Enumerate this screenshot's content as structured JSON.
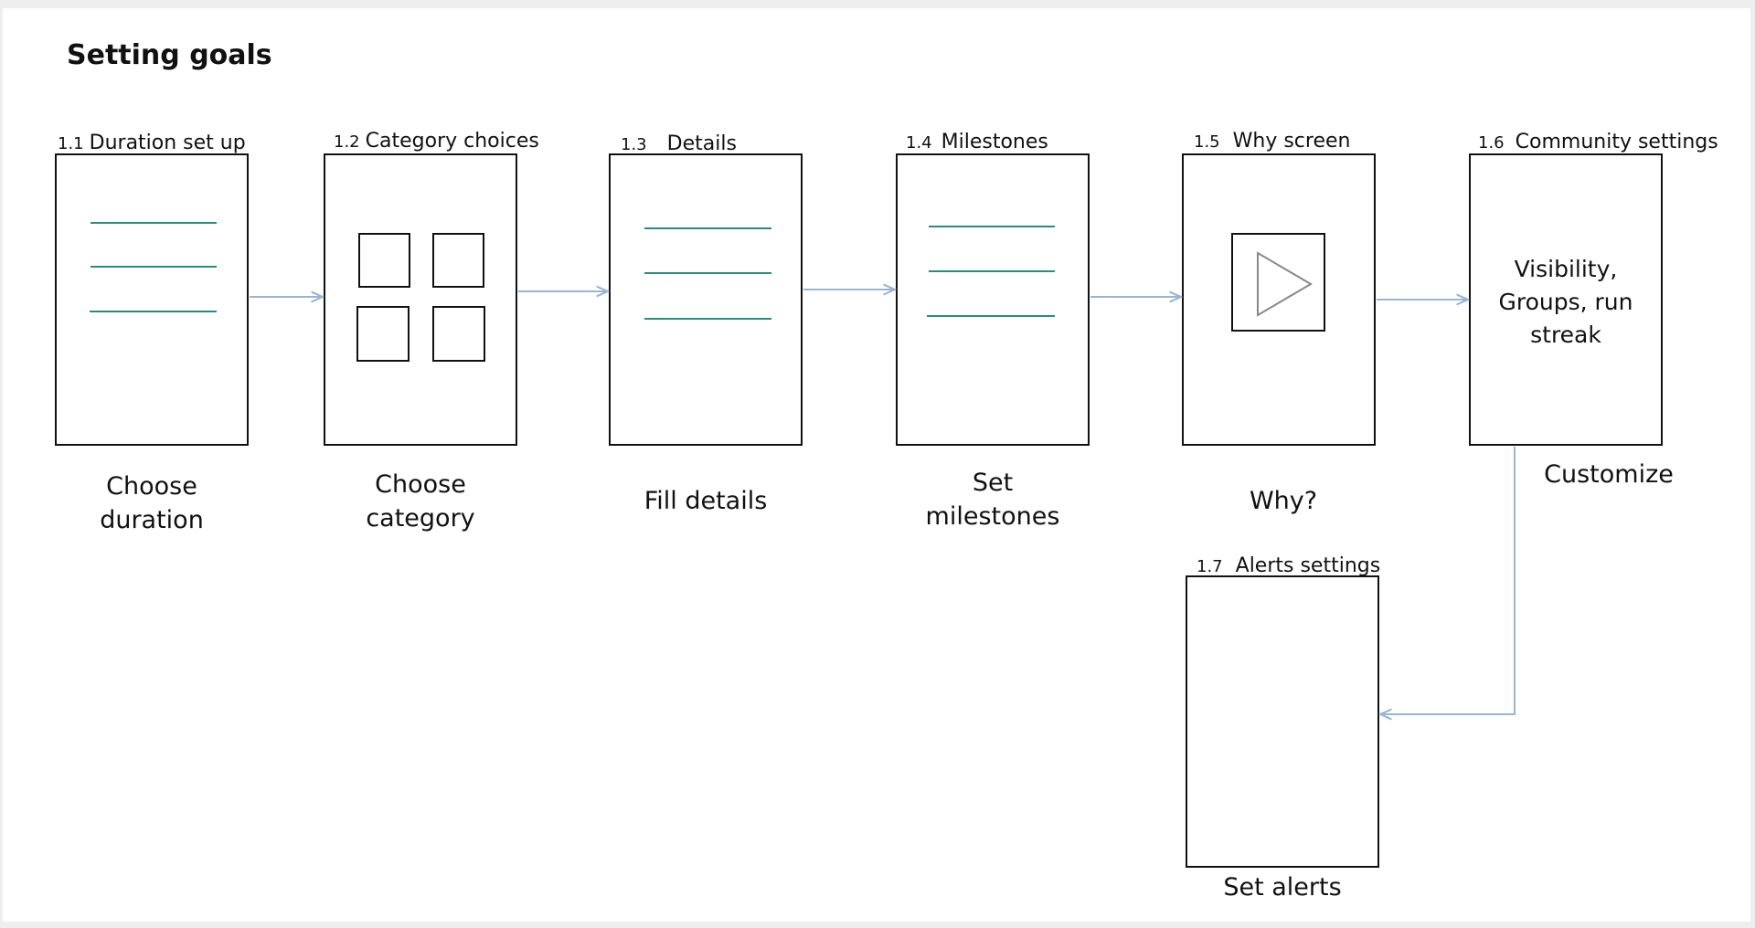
{
  "title": "Setting goals",
  "screens": [
    {
      "number": "1.1",
      "title": "Duration set up",
      "caption": "Choose duration",
      "content": "lines"
    },
    {
      "number": "1.2",
      "title": "Category choices",
      "caption": "Choose category",
      "content": "grid"
    },
    {
      "number": "1.3",
      "title": "Details",
      "caption": "Fill details",
      "content": "lines"
    },
    {
      "number": "1.4",
      "title": "Milestones",
      "caption": "Set milestones",
      "content": "lines"
    },
    {
      "number": "1.5",
      "title": "Why screen",
      "caption": "Why?",
      "content": "play-icon"
    },
    {
      "number": "1.6",
      "title": "Community settings",
      "caption": "Customize",
      "content": "text",
      "text": "Visibility, Groups, run streak"
    },
    {
      "number": "1.7",
      "title": "Alerts settings",
      "caption": "Set alerts",
      "content": "empty"
    }
  ],
  "colors": {
    "line": "#2e8a7a",
    "arrow": "#9bb5d0",
    "border": "#111111",
    "play": "#888888"
  }
}
